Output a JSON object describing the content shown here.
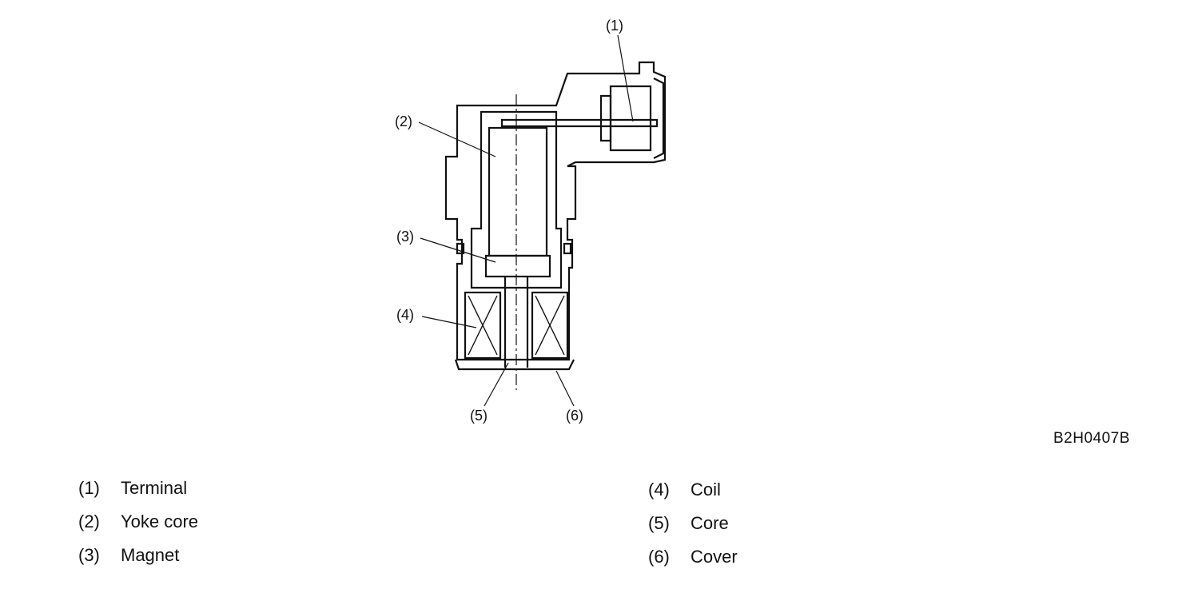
{
  "figure": {
    "code": "B2H0407B"
  },
  "callouts": [
    {
      "id": "1",
      "label": "(1)"
    },
    {
      "id": "2",
      "label": "(2)"
    },
    {
      "id": "3",
      "label": "(3)"
    },
    {
      "id": "4",
      "label": "(4)"
    },
    {
      "id": "5",
      "label": "(5)"
    },
    {
      "id": "6",
      "label": "(6)"
    }
  ],
  "legend": {
    "left": [
      {
        "num": "(1)",
        "text": "Terminal"
      },
      {
        "num": "(2)",
        "text": "Yoke core"
      },
      {
        "num": "(3)",
        "text": "Magnet"
      }
    ],
    "right": [
      {
        "num": "(4)",
        "text": "Coil"
      },
      {
        "num": "(5)",
        "text": "Core"
      },
      {
        "num": "(6)",
        "text": "Cover"
      }
    ]
  },
  "colors": {
    "ink": "#111111",
    "background": "#ffffff"
  }
}
